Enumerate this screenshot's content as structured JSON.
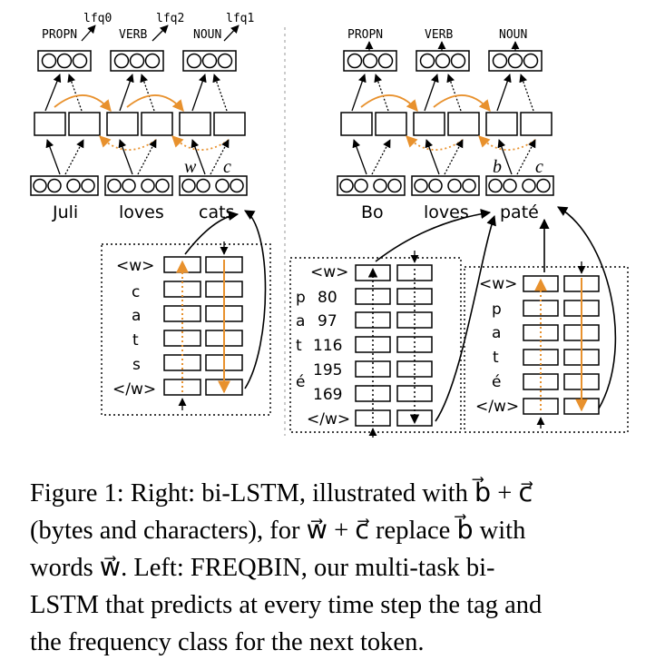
{
  "left_panel": {
    "freq_labels": [
      "lfq0",
      "lfq2",
      "lfq1"
    ],
    "tags": [
      "PROPN",
      "VERB",
      "NOUN"
    ],
    "words": [
      "Juli",
      "loves",
      "cats"
    ],
    "vec_w": "w⃗",
    "vec_c": "c⃗",
    "char_rows": [
      "<w>",
      "c",
      "a",
      "t",
      "s",
      "</w>"
    ]
  },
  "right_panel": {
    "tags": [
      "PROPN",
      "VERB",
      "NOUN"
    ],
    "words": [
      "Bo",
      "loves",
      "paté"
    ],
    "vec_b": "b⃗",
    "vec_c": "c⃗",
    "byte_start": "<w>",
    "byte_end": "</w>",
    "byte_chars": [
      "p",
      "a",
      "t",
      "é"
    ],
    "byte_values": [
      "80",
      "97",
      "116",
      "195",
      "169"
    ],
    "char_rows": [
      "<w>",
      "p",
      "a",
      "t",
      "é",
      "</w>"
    ]
  },
  "colors": {
    "forward": "#E8912D",
    "line": "#000000"
  },
  "caption": {
    "lines": [
      "Figure 1: Right: bi-LSTM, illustrated with b⃗ + c⃗",
      "(bytes and characters), for w⃗ + c⃗ replace b⃗ with",
      "words w⃗.  Left: FREQBIN, our multi-task bi-",
      "LSTM that predicts at every time step the tag and",
      "the frequency class for the next token."
    ]
  }
}
